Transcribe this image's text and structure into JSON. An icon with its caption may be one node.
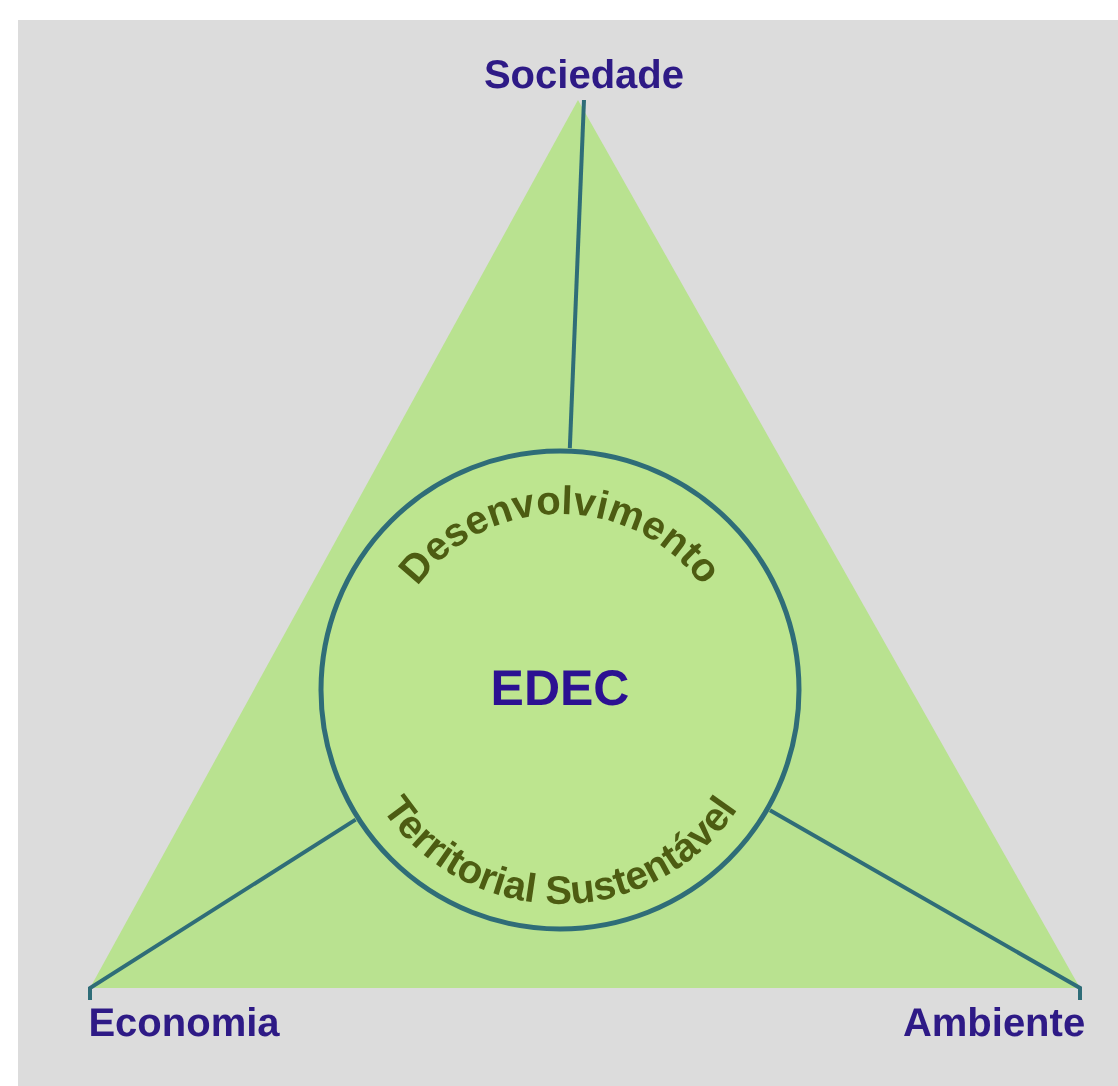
{
  "diagram": {
    "nodes": [
      {
        "text": [],
        "shape": "triangle"
      },
      {
        "text": [
          "Desenvolvimento",
          "EDEC",
          "Territorial Sustentável"
        ],
        "in": 0
      },
      {
        "text": [
          "Sociedade"
        ]
      },
      {
        "text": [
          "Economia"
        ]
      },
      {
        "text": [
          "Ambiente"
        ]
      }
    ],
    "edges": [
      {
        "from": 2,
        "to": 1,
        "arrow": "none"
      },
      {
        "from": 3,
        "to": 1,
        "arrow": "none"
      },
      {
        "from": 4,
        "to": 1,
        "arrow": "none"
      }
    ]
  }
}
